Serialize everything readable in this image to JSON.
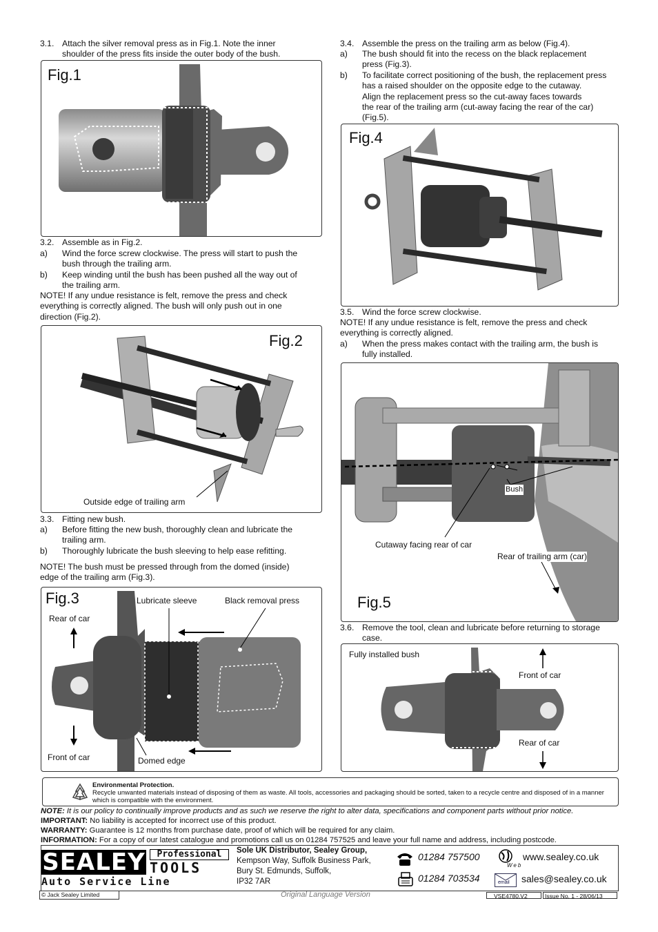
{
  "left_col": {
    "s31": [
      "3.1.",
      "Attach the silver removal press as in Fig.1. Note the inner",
      "shoulder of the press fits inside the outer body of the bush."
    ],
    "fig1": {
      "label": "Fig.1"
    },
    "s32": [
      "3.2.",
      "Assemble as in Fig.2."
    ],
    "s32a": [
      "a)",
      "Wind the force screw clockwise. The press will start to push the",
      "bush through the trailing arm."
    ],
    "s32b": [
      "b)",
      "Keep winding until the bush has been pushed all the way out of",
      "the trailing arm."
    ],
    "note1": [
      "NOTE! If any undue resistance is felt, remove the press and check",
      "everything is correctly aligned. The bush will only push out in one",
      "direction (Fig.2)."
    ],
    "fig2": {
      "label": "Fig.2",
      "callout": "Outside edge of trailing arm"
    },
    "s33": [
      "3.3.",
      "Fitting new bush."
    ],
    "s33a": [
      "a)",
      "Before fitting the new bush, thoroughly clean and lubricate the",
      "trailing arm."
    ],
    "s33b": [
      "b)",
      "Thoroughly lubricate the bush sleeving to help ease refitting."
    ],
    "note2": [
      "NOTE! The bush must be pressed through from the domed (inside)",
      "edge of the trailing arm (Fig.3)."
    ],
    "fig3": {
      "label": "Fig.3",
      "lubricate": "Lubricate sleeve",
      "black_press": "Black removal press",
      "rear": "Rear of car",
      "front": "Front of car",
      "domed": "Domed edge"
    }
  },
  "right_col": {
    "s34": [
      "3.4.",
      "Assemble the press on the trailing arm as below (Fig.4)."
    ],
    "s34a": [
      "a)",
      "The bush should fit into the recess on the black replacement",
      "press (Fig.3)."
    ],
    "s34b": [
      "b)",
      "To facilitate correct positioning of the bush, the replacement press",
      "has a raised shoulder on the opposite edge to the cutaway.",
      "Align the replacement press so the cut-away faces towards",
      "the rear of the trailing arm (cut-away facing the rear of the car)",
      "(Fig.5)."
    ],
    "fig4": {
      "label": "Fig.4"
    },
    "s35": [
      "3.5.",
      "Wind the force screw clockwise."
    ],
    "note3": [
      "NOTE! If any undue resistance is felt, remove the press and check",
      "everything is correctly aligned."
    ],
    "s35a": [
      "a)",
      "When the press makes contact with the trailing arm, the bush is",
      "fully installed."
    ],
    "fig5": {
      "label": "Fig.5",
      "bush": "Bush",
      "cutaway": "Cutaway facing rear of car",
      "rear_arm": "Rear of trailing arm (car)"
    },
    "s36": [
      "3.6.",
      "Remove the tool, clean and lubricate before returning to storage",
      "case."
    ],
    "fig6": {
      "installed": "Fully installed bush",
      "front": "Front of car",
      "rear": "Rear of car"
    }
  },
  "env": {
    "title": "Environmental Protection.",
    "text1": "Recycle unwanted materials instead of disposing of them as waste. All tools, accessories and packaging should be sorted, taken to a recycle centre and disposed of in a manner",
    "text2": "which is compatible with the environment."
  },
  "notices": {
    "note_b": "NOTE:",
    "note_t": " It is our policy to continually improve products and as such we reserve the right to alter data, specifications and component parts without prior notice.",
    "imp_b": "IMPORTANT:",
    "imp_t": " No liability is accepted for incorrect use of this product.",
    "war_b": "WARRANTY:",
    "war_t": " Guarantee is 12 months from purchase date, proof of which will be required for any claim.",
    "inf_b": "INFORMATION:",
    "inf_t": " For a copy of our latest catalogue and promotions call us on 01284 757525 and leave your full name and address, including postcode."
  },
  "footer": {
    "logo": "SEALEY",
    "pro": "Professional",
    "tools": "TOOLS",
    "asl": "Auto Service Line",
    "addr_title": "Sole UK Distributor, Sealey Group,",
    "addr1": "Kempson Way, Suffolk Business Park,",
    "addr2": "Bury St. Edmunds, Suffolk,",
    "addr3": "IP32 7AR",
    "phone": "01284 757500",
    "fax": "01284 703534",
    "web_icon_label": "Web",
    "web": "www.sealey.co.uk",
    "email_icon_label": "email",
    "email": "sales@sealey.co.uk",
    "copyright": "© Jack Sealey Limited",
    "orig": "Original Language Version",
    "doc": "VSE4780.V2",
    "issue": "Issue No. 1 - 28/06/13"
  },
  "colors": {
    "photo_bg": "#d9d9d9",
    "metal": "#9a9a9a",
    "dark": "#2a2a2a"
  }
}
